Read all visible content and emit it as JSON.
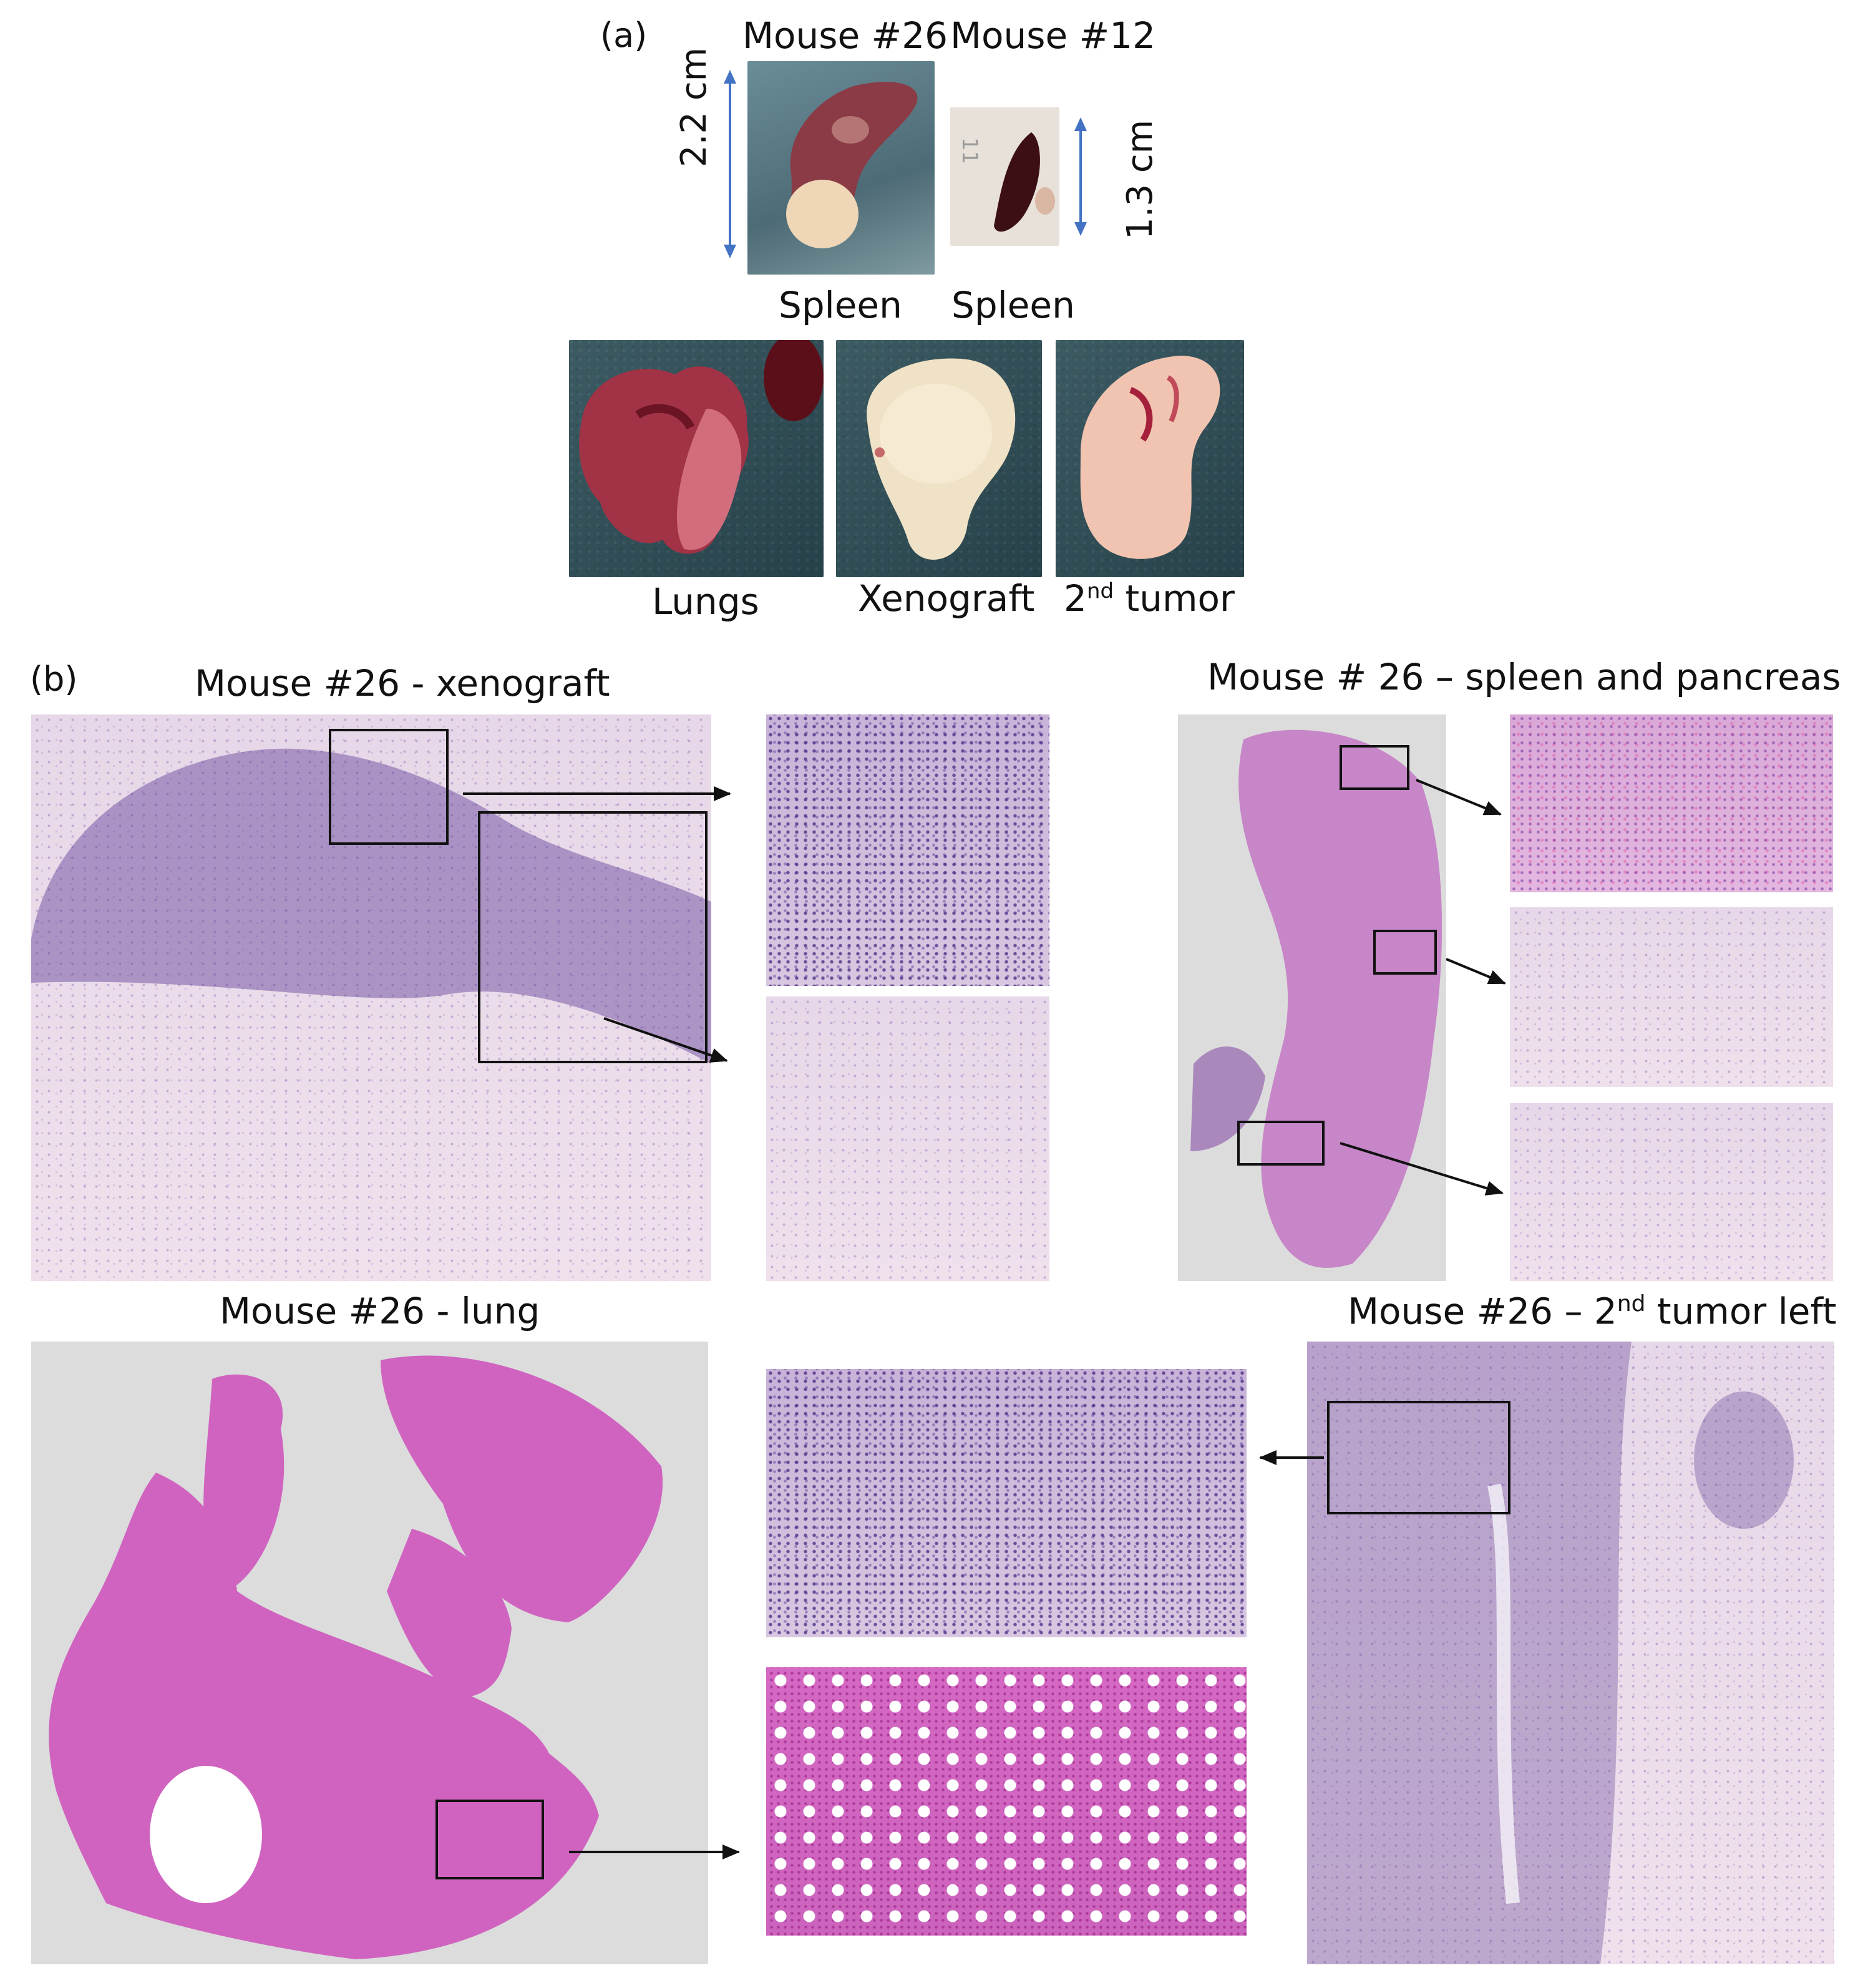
{
  "panel_a": {
    "letter": "(a)",
    "mouse_26": "Mouse #26",
    "mouse_12": "Mouse #12",
    "size_26": "2.2 cm",
    "size_12": "1.3 cm",
    "spleen_26": "Spleen",
    "spleen_12": "Spleen",
    "lungs": "Lungs",
    "xenograft": "Xenograft",
    "tumor2_prefix": "2",
    "tumor2_sup": "nd",
    "tumor2_suffix": " tumor"
  },
  "panel_b": {
    "letter": "(b)",
    "xenograft_title": "Mouse #26 - xenograft",
    "spleen_title": "Mouse # 26 – spleen and pancreas",
    "lung_title": "Mouse #26 - lung",
    "tumor_title_prefix": "Mouse #26 – 2",
    "tumor_title_sup": "nd",
    "tumor_title_suffix": " tumor left"
  },
  "colors": {
    "arrow_blue": "#4472c4",
    "ink": "#111111",
    "photo_background": "#2f4a52"
  }
}
